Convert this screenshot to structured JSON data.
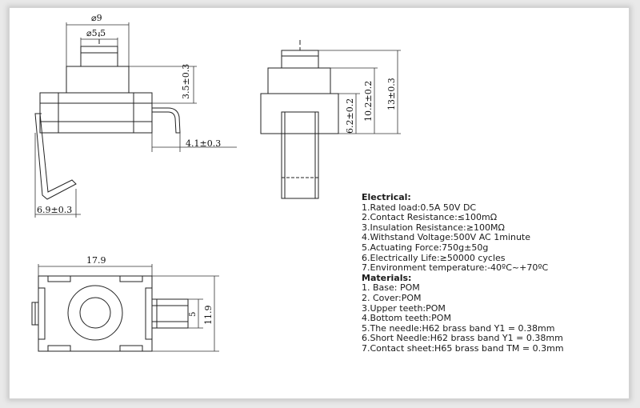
{
  "dimensions": {
    "diam_9": "⌀9",
    "diam_5_5": "⌀5.5",
    "h_3_5": "3.5±0.3",
    "w_4_1": "4.1±0.3",
    "w_6_9": "6.9±0.3",
    "h_6_2": "6.2±0.2",
    "h_10_2": "10.2±0.2",
    "h_13": "13±0.3",
    "w_17_9": "17.9",
    "h_11_9": "11.9",
    "w_5": "5"
  },
  "specs": {
    "electrical_heading": "Electrical:",
    "electrical": [
      "1.Rated load:0.5A 50V DC",
      "2.Contact Resistance:≤100mΩ",
      "3.Insulation Resistance:≥100MΩ",
      "4.Withstand Voltage:500V AC 1minute",
      "5.Actuating Force:750g±50g",
      "6.Electrically Life:≥50000 cycles",
      "7.Environment temperature:-40ºC~+70ºC"
    ],
    "materials_heading": "Materials:",
    "materials": [
      "1. Base: POM",
      "2. Cover:POM",
      "3.Upper teeth:POM",
      "4.Bottom teeth:POM",
      "5.The needle:H62 brass band Y1 = 0.38mm",
      "6.Short Needle:H62 brass band Y1 = 0.38mm",
      "7.Contact sheet:H65 brass band TM = 0.3mm"
    ]
  }
}
